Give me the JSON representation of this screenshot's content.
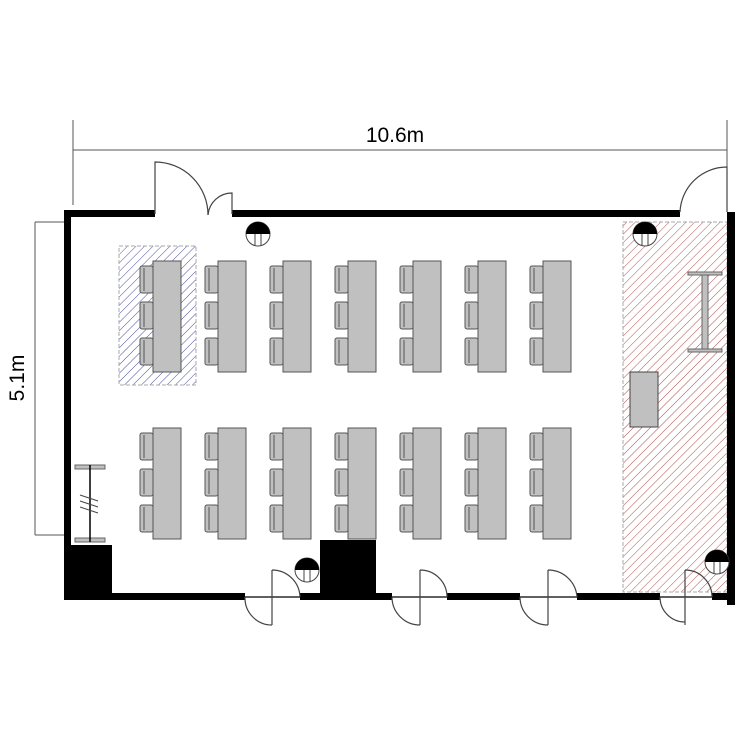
{
  "dimensions": {
    "width_label": "10.6m",
    "height_label": "5.1m"
  },
  "layout": {
    "table_rows": 2,
    "table_columns": 7,
    "chairs_per_table": 3
  },
  "colors": {
    "wall": "#000000",
    "table": "#c0c0c0",
    "stage_hatch": "#b05050",
    "reserved_hatch": "#5050a0"
  }
}
